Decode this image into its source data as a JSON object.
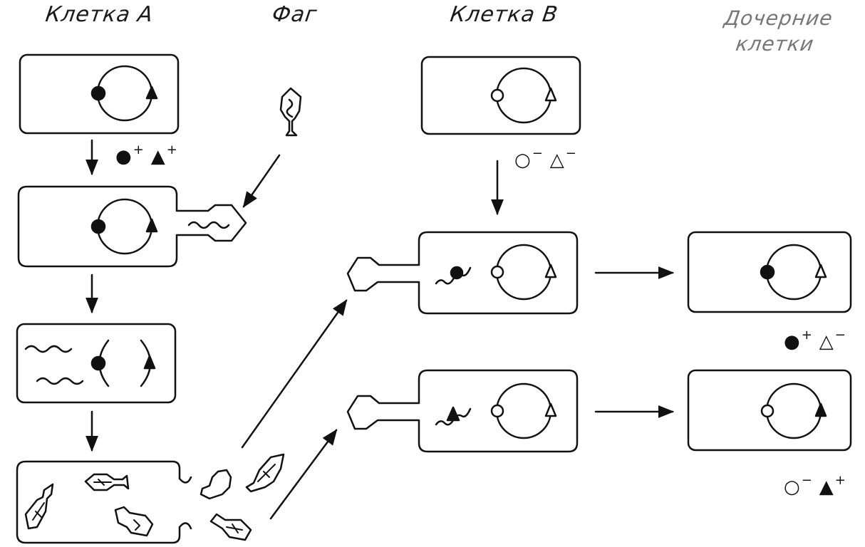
{
  "headers": {
    "cell_a": "Клетка А",
    "phage": "Фаг",
    "cell_b": "Клетка В",
    "daughter_line1": "Дочерние",
    "daughter_line2": "клетки"
  },
  "genotypes": {
    "cell_a": {
      "sym1": "●",
      "sign1": "+",
      "sym2": "▲",
      "sign2": "+"
    },
    "cell_b": {
      "sym1": "○",
      "sign1": "−",
      "sym2": "△",
      "sign2": "−"
    },
    "daughter_1": {
      "sym1": "●",
      "sign1": "+",
      "sym2": "△",
      "sign2": "−"
    },
    "daughter_2": {
      "sym1": "○",
      "sign1": "−",
      "sym2": "▲",
      "sign2": "+"
    }
  },
  "colors": {
    "ink": "#111111",
    "background": "#ffffff"
  }
}
